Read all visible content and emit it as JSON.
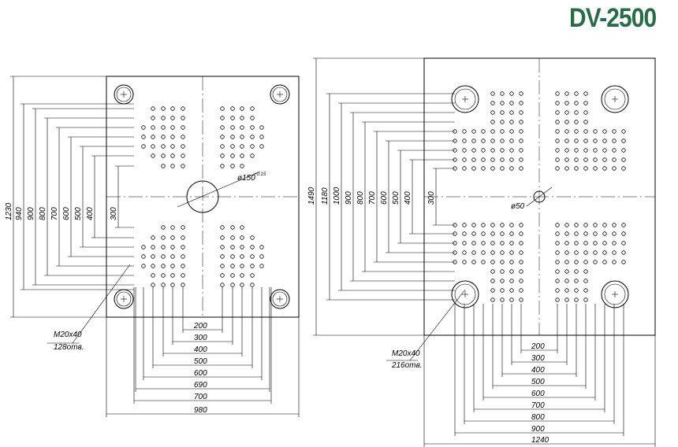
{
  "title": "DV-2500",
  "left_plate": {
    "vertical_dims": [
      "1230",
      "940",
      "900",
      "800",
      "700",
      "600",
      "500",
      "400",
      "300"
    ],
    "horizontal_dims": [
      "200",
      "300",
      "400",
      "500",
      "600",
      "690",
      "700",
      "980"
    ],
    "center_hole": "ø150",
    "center_tol": "+0.15",
    "thread_label": "M20x40",
    "hole_count": "128отв."
  },
  "right_plate": {
    "vertical_dims": [
      "1490",
      "1180",
      "1000",
      "900",
      "800",
      "700",
      "600",
      "500",
      "400",
      "300"
    ],
    "horizontal_dims": [
      "200",
      "300",
      "400",
      "500",
      "600",
      "700",
      "800",
      "900",
      "1240"
    ],
    "center_hole": "ø50",
    "thread_label": "M20x40",
    "hole_count": "216отв."
  }
}
